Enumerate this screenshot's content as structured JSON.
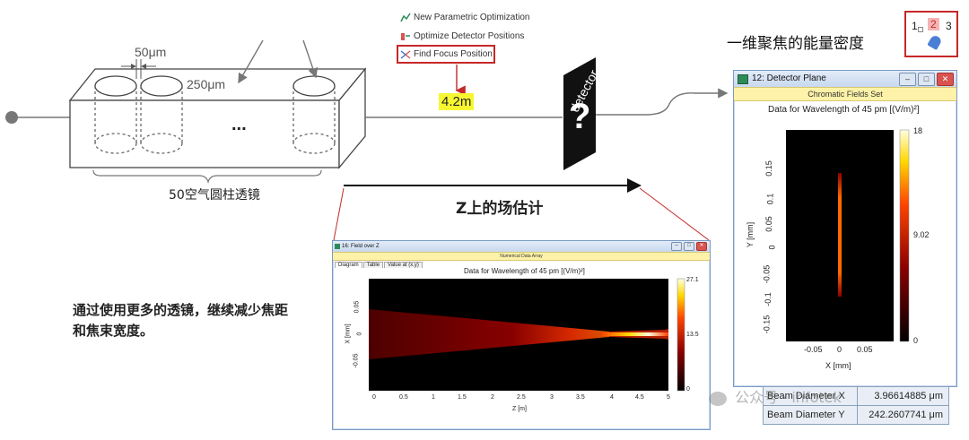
{
  "menu": {
    "items": [
      "New Parametric Optimization",
      "Optimize Detector Positions",
      "Find Focus Position"
    ],
    "highlighted_index": 2
  },
  "result_value": "4.2m",
  "lens": {
    "dim_small": "50μm",
    "dim_large": "250μm",
    "ellipsis": "...",
    "caption": "50空气圆柱透镜"
  },
  "detector": {
    "label": "detector",
    "mark": "?"
  },
  "z_label": "Z上的场估计",
  "note_text": "通过使用更多的透镜，继续减少焦距和焦束宽度。",
  "right_title": "一维聚焦的能量密度",
  "selector": {
    "labels": [
      "1",
      "2",
      "3"
    ]
  },
  "detector_window": {
    "title": "12: Detector Plane",
    "band": "Chromatic Fields Set",
    "plot_title": "Data for Wavelength of 45 pm  [(V/m)²]",
    "y_axis_label": "Y [mm]",
    "x_axis_label": "X [mm]",
    "y_ticks": [
      "0.15",
      "0.1",
      "0.05",
      "0",
      "-0.05",
      "-0.1",
      "-0.15"
    ],
    "x_ticks": [
      "-0.05",
      "0",
      "0.05"
    ],
    "colorbar_ticks": [
      "18",
      "9.02",
      "0"
    ]
  },
  "field_window": {
    "title": "16: Field over Z",
    "band": "Numerical Data Array",
    "tabs": [
      "Diagram",
      "Table",
      "Value at (x,y)"
    ],
    "plot_title": "Data for Wavelength of 45 pm  [(V/m)²]",
    "y_axis_label": "X [mm]",
    "x_axis_label": "Z [m]",
    "y_ticks": [
      "0.05",
      "0",
      "-0.05"
    ],
    "x_ticks": [
      "0",
      "0.5",
      "1",
      "1.5",
      "2",
      "2.5",
      "3",
      "3.5",
      "4",
      "4.5",
      "5"
    ],
    "colorbar_ticks": [
      "27.1",
      "13.5",
      "0"
    ]
  },
  "beam_table": {
    "rows": [
      {
        "label": "Beam Diameter X",
        "value": "3.96614885 μm"
      },
      {
        "label": "Beam Diameter Y",
        "value": "242.2607741 μm"
      }
    ]
  },
  "watermark": "公众号 · infotek",
  "colors": {
    "highlight_red": "#c62828",
    "result_yellow": "#f7f731",
    "band_yellow": "#fdf2a8",
    "window_border": "#7a9ac5"
  }
}
